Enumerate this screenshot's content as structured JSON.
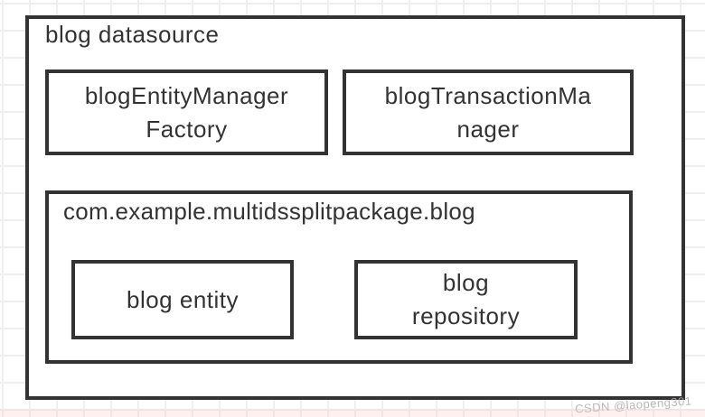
{
  "diagram": {
    "datasource_label": "blog datasource",
    "entity_manager_factory_label": "blogEntityManager\nFactory",
    "transaction_manager_label": "blogTransactionMa\nnager",
    "package_label": "com.example.multidssplitpackage.blog",
    "entity_label": "blog entity",
    "repository_label": "blog\nrepository"
  },
  "watermark": {
    "text": "CSDN @laopeng301"
  },
  "colors": {
    "border": "#333333",
    "text": "#333333",
    "grid_line": "#efefef",
    "background": "#ffffff",
    "watermark": "#b3aaaa"
  }
}
